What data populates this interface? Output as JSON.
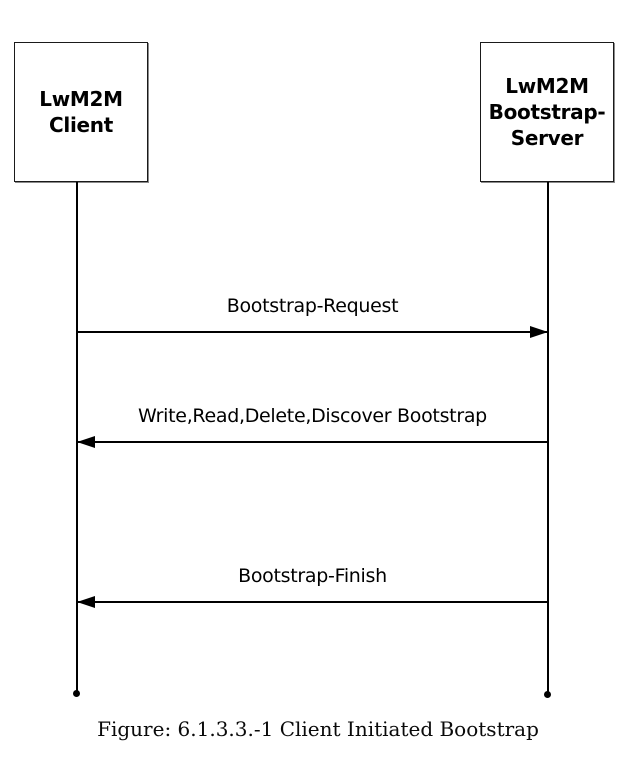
{
  "figure": {
    "caption": "Figure: 6.1.3.3.-1 Client Initiated Bootstrap",
    "background": "#ffffff",
    "line_color": "#000000",
    "text_color": "#000000"
  },
  "participants": [
    {
      "name": "LwM2M Client",
      "label": "LwM2M\nClient"
    },
    {
      "name": "LwM2M Bootstrap-Server",
      "label": "LwM2M\nBootstrap-\nServer"
    }
  ],
  "messages": [
    {
      "label": "Bootstrap-Request",
      "from": "LwM2M Client",
      "to": "LwM2M Bootstrap-Server",
      "direction": "right"
    },
    {
      "label": "Write,Read,Delete,Discover Bootstrap",
      "from": "LwM2M Bootstrap-Server",
      "to": "LwM2M Client",
      "direction": "left"
    },
    {
      "label": "Bootstrap-Finish",
      "from": "LwM2M Bootstrap-Server",
      "to": "LwM2M Client",
      "direction": "left"
    }
  ]
}
